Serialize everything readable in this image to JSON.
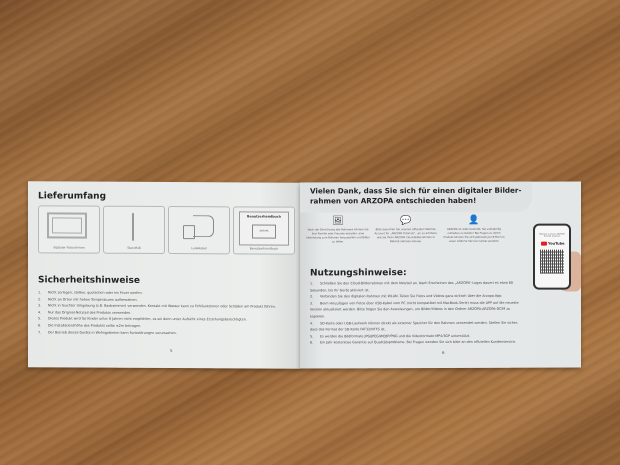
{
  "left_page": {
    "section1_title": "Lieferumfang",
    "items": [
      {
        "label": "digitaler Fotorahmen",
        "icon": "photo-frame-icon"
      },
      {
        "label": "Standfuß",
        "icon": "stand-icon"
      },
      {
        "label": "Ladekabel",
        "icon": "charger-cable-icon"
      },
      {
        "label": "Benutzerhandbuch",
        "icon": "manual-icon",
        "cover_title": "Benutzerhandbuch",
        "cover_brand": "ARZOPA"
      }
    ],
    "section2_title": "Sicherheitshinweise",
    "safety": [
      "Nicht zerlegen, stoßen, quetschen oder ins Feuer werfen.",
      "Nicht an Orten mit hohen Temperaturen aufbewahren.",
      "Nicht in feuchter Umgebung (z.B. Badezimmer) verwenden. Kontakt mit Wasser kann zu Fehlfunktionen oder Schäden am Produkt führen.",
      "Nur das Original-Netzteil des Produkts verwenden.",
      "Dieses Produkt wird für Kinder unter 8 Jahren nicht empfohlen, es sei denn unter Aufsicht eines Erziehungsberechtigten.",
      "Die Installationshöhe des Produkts sollte ≤2m betragen.",
      "Der Betrieb dieses Geräts in Wohngebieten kann Funkstörungen verursachen."
    ],
    "page_number": "5"
  },
  "right_page": {
    "banner_title": "Vielen Dank, dass Sie sich für einen digitaler Bilder-rahmen von ARZOPA entschieden haben!",
    "features": [
      {
        "icon": "photo-share-icon",
        "text": "Nach der Einrichtung des Rahmens können Sie Ihre Familie oder Freunde einladen, eine Verbindung zum Rahmen herzustellen und Bilder zu teilen."
      },
      {
        "icon": "wechat-icon",
        "text": "Bitte besuchen Sie unseren offiziellen WeChat-Account für „ARZOPA Tutorials“, um zu erfahren, wie Sie Ihren ARZOPA Cloud-Bilderrahmen in Betrieb nehmen können."
      },
      {
        "icon": "support-agent-icon",
        "text": "ARZOPA ist stets bestrebt, Sie vollständig zufrieden zu stellen! Bei Fragen zu Ihrem Produkt können Sie sich jederzeit per E-Mail an unser Lifetime Service Center wenden."
      }
    ],
    "section_title": "Nutzungshinweise:",
    "usage": [
      "Schließen Sie den Cloud-Bilderrahmen mit dem Netzteil an. Nach Erscheinen des „ARZOPA“-Logos dauert es etwa 60 Sekunden, bis Ihr Gerät aktiviert ist.",
      "Verbinden Sie den digitalen Rahmen mit WLAN. Teilen Sie Fotos und Videos ganz einfach über die Arzopa-App.",
      "Beim Hinzufügen von Fotos über USB-Kabel vom PC (nicht kompatibel mit MacBook-Serie) muss die APP auf die neueste Version aktualisiert werden. Bitte folgen Sie den Anweisungen, um Bilder/Videos in den Ordner ARZOPA-ARZOPA-DCIM zu kopieren.",
      "SD-Karte oder USB-Laufwerk können direkt als externer Speicher für den Rahmen verwendet werden. Stellen Sie sicher, dass das Format der SD-Karte FAT32/NTFS ist.",
      "Es werden die Bildformate JPG/JPEG/WEBP/PNG und die Videoformate MP4/3GP unterstützt.",
      "Ein Jahr kostenlose Garantie auf Qualitätsprobleme. Bei Fragen wenden Sie sich bitte an den offiziellen Kundenservice."
    ],
    "phone": {
      "caption": "WeChat scannen ARZOPA Tutorial ansehen",
      "brand": "YouTube"
    },
    "page_number": "6"
  }
}
